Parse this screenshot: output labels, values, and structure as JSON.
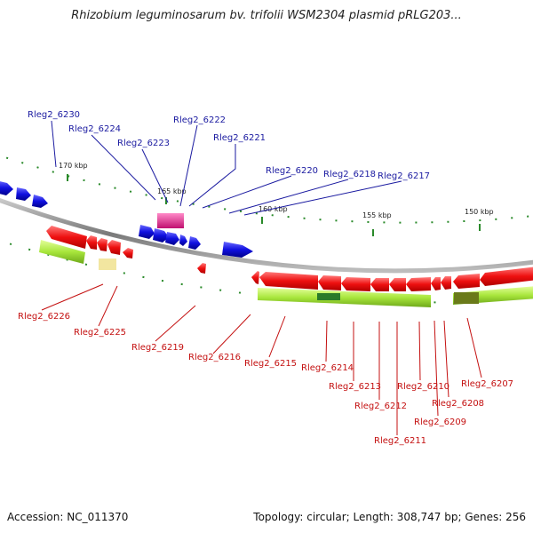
{
  "title": "Rhizobium leguminosarum bv. trifolii WSM2304 plasmid pRLG203...",
  "footer": {
    "accession": "Accession: NC_011370",
    "summary": "Topology: circular; Length: 308,747 bp; Genes: 256"
  },
  "scale_ticks": [
    "170 kbp",
    "165 kbp",
    "160 kbp",
    "155 kbp",
    "150 kbp"
  ],
  "labels_top": [
    "Rleg2_6230",
    "Rleg2_6224",
    "Rleg2_6223",
    "Rleg2_6222",
    "Rleg2_6221",
    "Rleg2_6220",
    "Rleg2_6218",
    "Rleg2_6217"
  ],
  "labels_bottom": [
    "Rleg2_6226",
    "Rleg2_6225",
    "Rleg2_6219",
    "Rleg2_6216",
    "Rleg2_6215",
    "Rleg2_6214",
    "Rleg2_6213",
    "Rleg2_6212",
    "Rleg2_6211",
    "Rleg2_6210",
    "Rleg2_6209",
    "Rleg2_6208",
    "Rleg2_6207"
  ],
  "colors": {
    "forward_strand": "#1010e0",
    "reverse_strand": "#e81010",
    "cog_green": "#a8e63c",
    "magenta": "#e0208a",
    "backbone": "#888888",
    "label_blue": "#1a1aa0",
    "label_red": "#c41010"
  }
}
